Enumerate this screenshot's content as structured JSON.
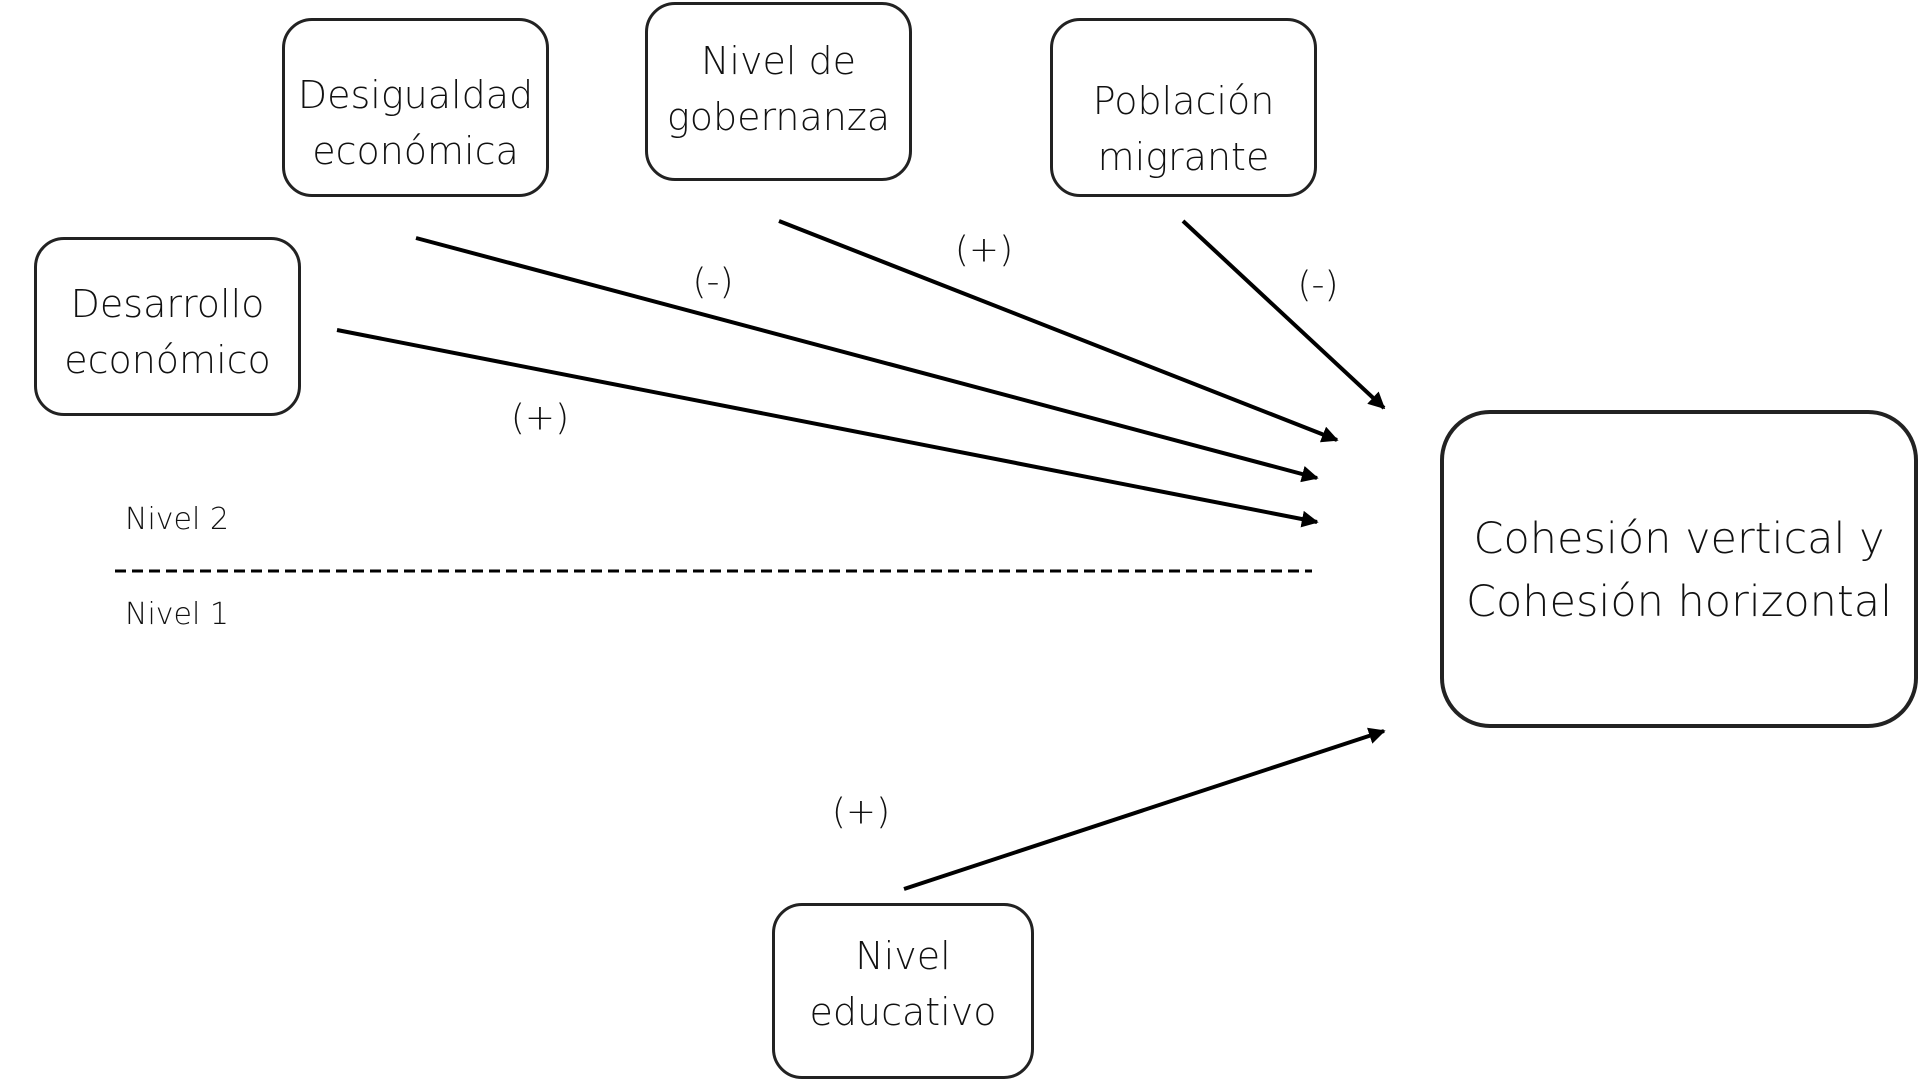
{
  "diagram": {
    "nodes": {
      "desigualdad": {
        "line1": "Desigualdad",
        "line2": "económica"
      },
      "gobernanza": {
        "line1": "Nivel de",
        "line2": "gobernanza"
      },
      "migrante": {
        "line1": "Población",
        "line2": "migrante"
      },
      "desarrollo": {
        "line1": "Desarrollo",
        "line2": "económico"
      },
      "educativo": {
        "line1": "Nivel",
        "line2": "educativo"
      },
      "cohesion": {
        "line1": "Cohesión vertical y",
        "line2": "Cohesión horizontal"
      }
    },
    "edges": [
      {
        "from": "desarrollo",
        "to": "cohesion",
        "sign": "(+)"
      },
      {
        "from": "desigualdad",
        "to": "cohesion",
        "sign": "(-)"
      },
      {
        "from": "gobernanza",
        "to": "cohesion",
        "sign": "(+)"
      },
      {
        "from": "migrante",
        "to": "cohesion",
        "sign": "(-)"
      },
      {
        "from": "educativo",
        "to": "cohesion",
        "sign": "(+)"
      }
    ],
    "levels": {
      "upper": "Nivel 2",
      "lower": "Nivel 1"
    },
    "colors": {
      "stroke": "#000000",
      "box_border": "#222222",
      "background": "#ffffff"
    }
  }
}
